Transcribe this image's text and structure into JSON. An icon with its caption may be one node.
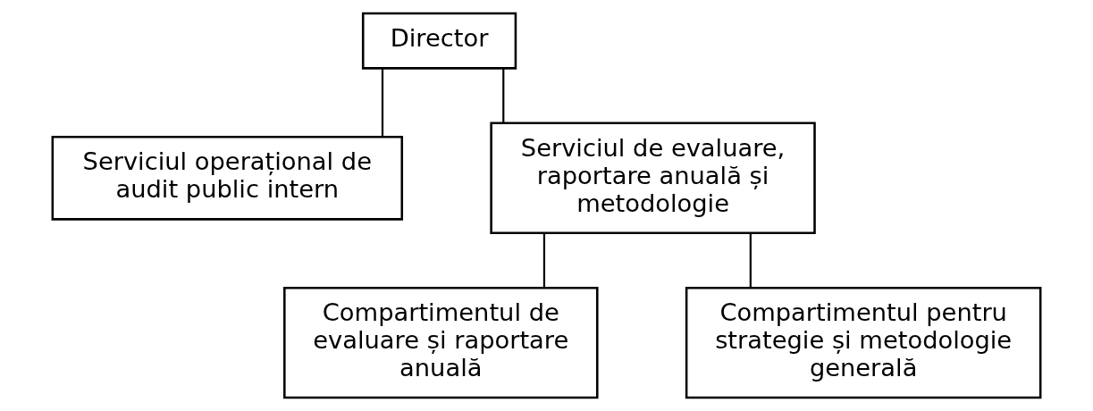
{
  "diagram": {
    "nodes": [
      {
        "text": [
          "Director"
        ]
      },
      {
        "text": [
          "Serviciul operațional de audit public intern"
        ]
      },
      {
        "text": [
          "Serviciul de evaluare, raportare anuală și metodologie"
        ]
      },
      {
        "text": [
          "Compartimentul de evaluare și raportare anuală"
        ]
      },
      {
        "text": [
          "Compartimentul pentru strategie și metodologie generală"
        ]
      }
    ],
    "edges": [
      {
        "from": 0,
        "to": 1,
        "arrow": "none"
      },
      {
        "from": 0,
        "to": 2,
        "arrow": "none"
      },
      {
        "from": 2,
        "to": 3,
        "arrow": "none"
      },
      {
        "from": 2,
        "to": 4,
        "arrow": "none"
      }
    ]
  }
}
